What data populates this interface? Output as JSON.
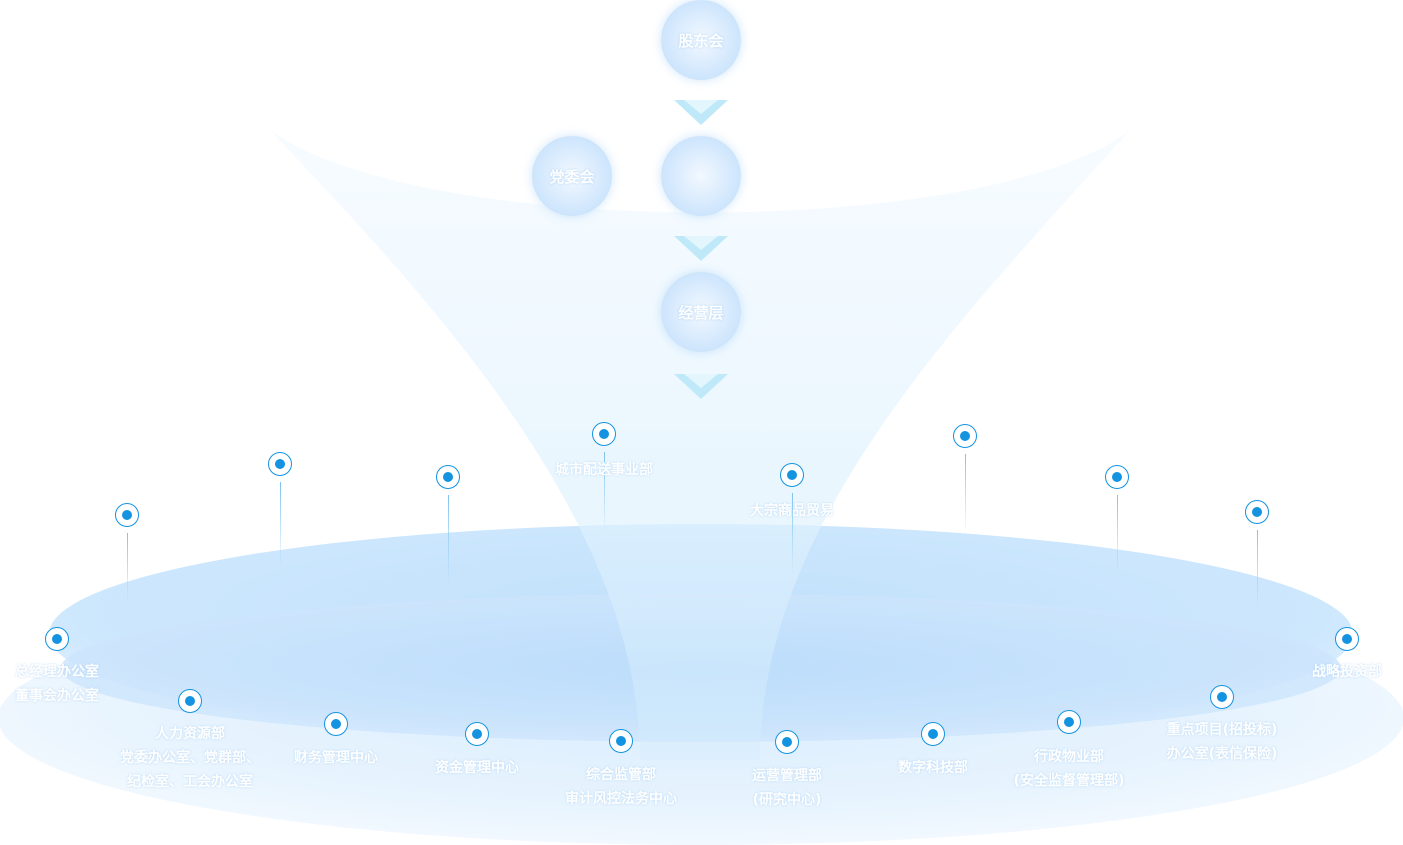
{
  "colors": {
    "node_ring": "#1493e0",
    "circle_fill": "#d5e9fd",
    "arrow": "#bfe9f9",
    "disc": "#c4e2fb",
    "label_text": "#ffffff"
  },
  "circles": {
    "shareholders": "股东会",
    "board": "",
    "party_committee": "党委会",
    "management": "经营层"
  },
  "departments_back": [
    {
      "lines": [
        ""
      ]
    },
    {
      "lines": [
        ""
      ]
    },
    {
      "lines": [
        ""
      ]
    },
    {
      "lines": [
        "城市配送事业部"
      ]
    },
    {
      "lines": [
        "大宗商品贸易"
      ]
    },
    {
      "lines": [
        ""
      ]
    },
    {
      "lines": [
        ""
      ]
    },
    {
      "lines": [
        ""
      ]
    }
  ],
  "departments_front": [
    {
      "lines": [
        "总经理办公室",
        "董事会办公室"
      ]
    },
    {
      "lines": [
        "人力资源部",
        "党委办公室、党群部、",
        "纪检室、工会办公室"
      ]
    },
    {
      "lines": [
        "财务管理中心"
      ]
    },
    {
      "lines": [
        "资金管理中心"
      ]
    },
    {
      "lines": [
        "综合监管部",
        "审计风控法务中心"
      ]
    },
    {
      "lines": [
        "运营管理部",
        "(研究中心)"
      ]
    },
    {
      "lines": [
        "数字科技部"
      ]
    },
    {
      "lines": [
        "行政物业部",
        "(安全监督管理部)"
      ]
    },
    {
      "lines": [
        "重点项目(招投标)",
        "办公室(表信保险)"
      ]
    },
    {
      "lines": [
        "战略投资部"
      ]
    }
  ]
}
